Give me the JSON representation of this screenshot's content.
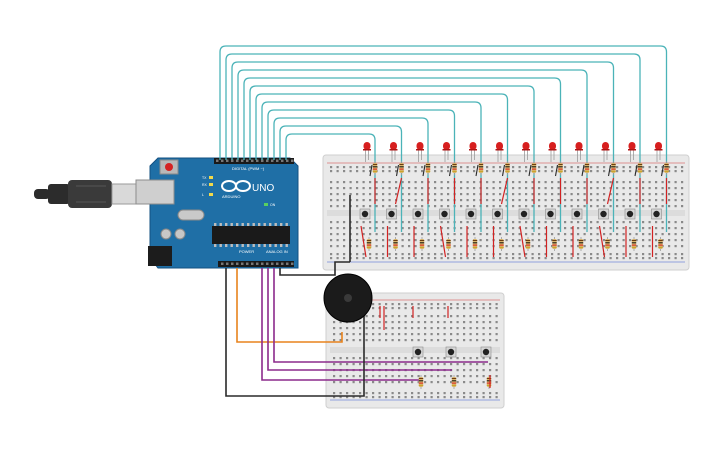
{
  "arduino": {
    "brand": "ARDUINO",
    "model": "UNO",
    "digital_label": "DIGITAL (PWM ~)",
    "power_label": "POWER",
    "analog_label": "ANALOG IN",
    "tx_label": "TX",
    "rx_label": "RX",
    "aref_label": "AREF",
    "gnd_label": "GND",
    "on_label": "ON",
    "l_label": "L"
  },
  "parts": {
    "main_breadboard_led_count": 12,
    "main_breadboard_button_count": 12,
    "small_breadboard_button_count": 3,
    "buzzer_count": 1
  },
  "colors": {
    "signal_wire": "#4bb3b8",
    "orange_wire": "#e8831d",
    "purple_wire": "#8c2a8c",
    "black_wire": "#2a2a2a",
    "red_wire": "#d22222",
    "arduino_board": "#1f6fa6",
    "led": "#d71f1f",
    "breadboard": "#e9e9e9"
  }
}
